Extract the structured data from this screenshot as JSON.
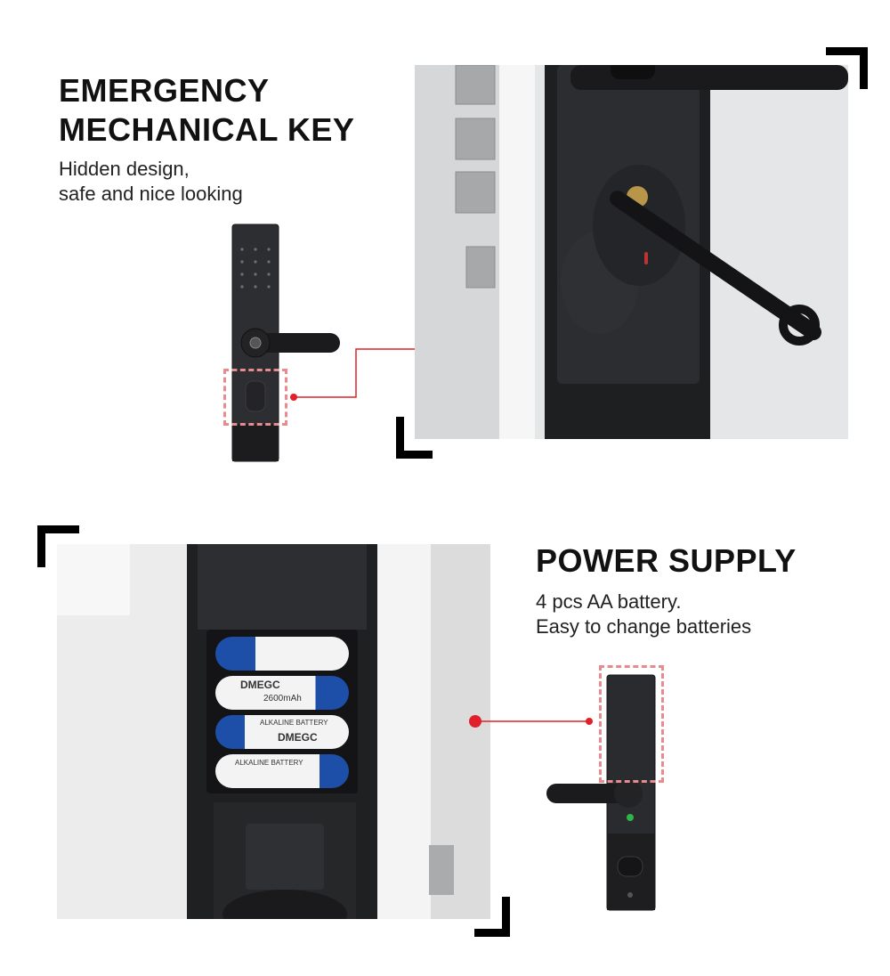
{
  "section_key": {
    "title_line1": "EMERGENCY",
    "title_line2": "MECHANICAL KEY",
    "subtitle_line1": "Hidden design,",
    "subtitle_line2": "safe and nice looking"
  },
  "section_power": {
    "title": "POWER SUPPLY",
    "subtitle_line1": "4 pcs AA battery.",
    "subtitle_line2": "Easy to change batteries"
  },
  "battery_labels": {
    "brand": "DMEGC",
    "type": "ALKALINE BATTERY",
    "capacity": "2600mAh"
  },
  "colors": {
    "accent": "#e0202a",
    "bracket": "#000000",
    "lock_body": "#2a2b2e",
    "battery_blue": "#1e4fa8"
  },
  "icons": {
    "fingerprint": "fingerprint-icon",
    "keyhole": "keyhole-icon"
  }
}
